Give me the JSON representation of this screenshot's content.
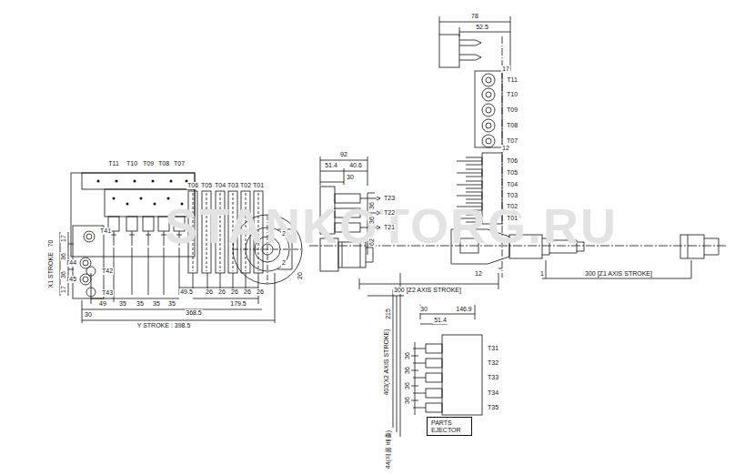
{
  "diagram": {
    "nodes": [
      {
        "text": [
          "PARTS EJECTOR"
        ]
      }
    ],
    "labels": [
      "T11",
      "T10",
      "T09",
      "T08",
      "T07",
      "T06",
      "T05",
      "T04",
      "T03",
      "T02",
      "T01",
      "T41",
      "T44",
      "T42",
      "T45",
      "T43",
      "X1 STROKE : 70",
      "17",
      "36",
      "36",
      "17",
      "49",
      "35",
      "35",
      "35",
      "35",
      "49.5",
      "26",
      "26",
      "26",
      "26",
      "26",
      "179.5",
      "30",
      "368.5",
      "Y STROKE : 398.5",
      "2",
      "2",
      "20",
      "92",
      "51.4",
      "40.6",
      "30",
      "T23",
      "36",
      "T22",
      "36",
      "T21",
      "62",
      "300 [Z2 AXIS STROKE]",
      "215",
      "403(X2 AXIS STROKE)",
      "30",
      "51.4",
      "146.9",
      "T31",
      "T32",
      "T33",
      "T34",
      "T35",
      "36",
      "36",
      "36",
      "36",
      "44(제품 배출)",
      "78",
      "52.5",
      "17",
      "T11",
      "T10",
      "T09",
      "T08",
      "T07",
      "12",
      "T06",
      "T05",
      "T04",
      "T03",
      "T02",
      "T01",
      "12",
      "1",
      "300 [Z1 AXIS STROKE]",
      "STANKOTORG.RU"
    ]
  }
}
